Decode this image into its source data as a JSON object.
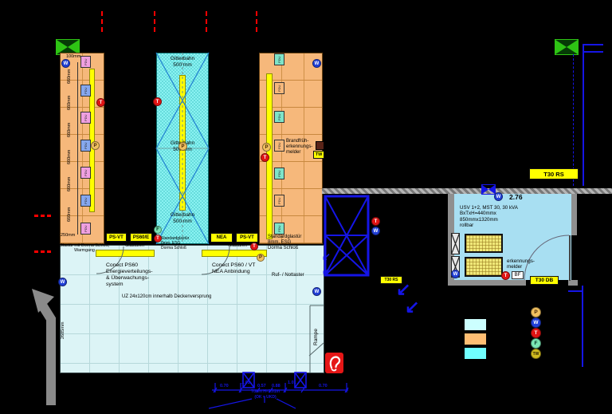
{
  "colors": {
    "background": "#000000",
    "hot_aisle_orange": "#f6b87b",
    "cold_aisle_cyan": "#74ecee",
    "room_cyan": "#dcf4f6",
    "usv_room_blue": "#a8dff2",
    "busbar_yellow": "#ffff00",
    "label_yellow": "#ffff00",
    "cad_blue": "#1515e6",
    "marker_red": "#e11414",
    "marker_blue": "#2140d8",
    "marker_tan": "#f0c060",
    "marker_green": "#7be6b4",
    "marker_olive": "#d0bb20",
    "pdu_pink": "#f0a0e0",
    "pdu_blue": "#86a8ee",
    "pdu_teal": "#7fe4c8",
    "wall_gray": "#8f8f8f",
    "vent_green": "#2ec414"
  },
  "icons": {
    "arrow_sw": "↙"
  },
  "markers": {
    "p": "P",
    "w": "W",
    "t": "T",
    "f": "F",
    "tw": "TW"
  },
  "aisles": {
    "pdu": "PDU",
    "dim_top": "100mm",
    "dim_module": "660mm",
    "dim_bottom": "250mm",
    "tray_line1": "Gitterbahn",
    "tray_line2": "500 mm",
    "fire_line1": "Brandfrüh-",
    "fire_line2": "erkennungs-",
    "fire_line3": "melder",
    "tw_box": "TW"
  },
  "door_row": {
    "ps_vt": "PS-VT",
    "ps60_e": "PS60/E",
    "nea": "NEA",
    "glass_door_left1": "Glastür mit Dorma Schloß,",
    "glass_door_left2": "Warmgang",
    "glass_doors": "Glastüren",
    "std_door1": "Standardglastür",
    "std_door2": "8mm, ESG",
    "std_door3": "Dorma Schloß"
  },
  "main_room": {
    "conect1": "Conect PS60",
    "conect2": "Energieverteilungs-",
    "conect3": "& Überwachungs-",
    "conect4": "system",
    "nea1": "Conect PS60 / VT",
    "nea2": "NEA Anbindung",
    "ruf": "Ruf- / Nottaster",
    "uz": "UZ 24x120cm innerhalb Deckenversprung",
    "height": "2685mm",
    "rampe": "Rampe"
  },
  "usv_room": {
    "number": "2.76",
    "spec1": "USV 1+2, MST 30, 30 kVA",
    "spec2": "BxTxH=440mmx",
    "spec3": "850mmx1320mm",
    "spec4": "rollbar",
    "melder1": "erkennungs-",
    "melder2": "melder",
    "bf": "BF",
    "door_label": "T30 DB"
  },
  "fire_doors": {
    "top": "T30 RS",
    "shaft": "T30 RS"
  },
  "bottom_dims": {
    "v1": "0.70",
    "v2": "1.01",
    "v3": "0.57",
    "v4": "0.88",
    "v5": "1.01",
    "v6": "0.70",
    "note1": "Türen H=2.01m",
    "note2": "(OK = UKD)"
  }
}
